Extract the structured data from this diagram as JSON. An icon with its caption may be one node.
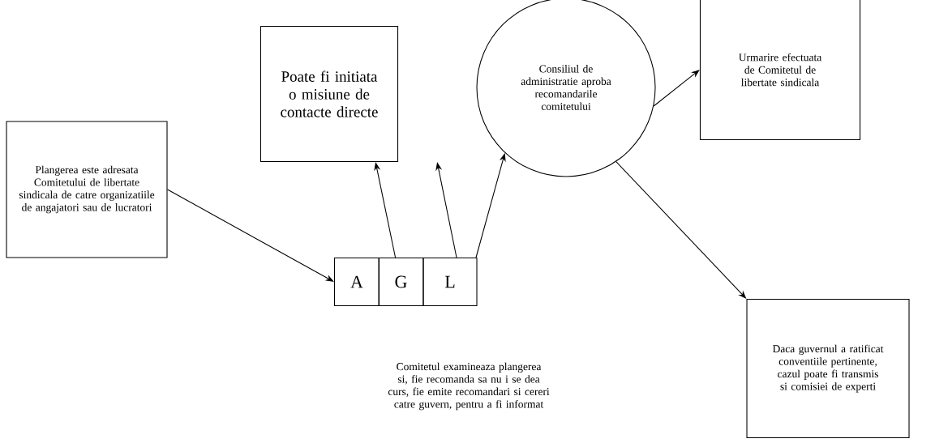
{
  "diagram": {
    "nodes": [
      {
        "text": [
          "Plangerea este adresata Comitetului de libertate sindicala de catre organizatiile de angajatori sau de lucratori"
        ]
      },
      {
        "text": [
          "Poate fi initiata o misiune de contacte directe"
        ]
      },
      {
        "text": [
          "Consiliul de administratie aproba recomandarile comitetului"
        ]
      },
      {
        "text": [
          "Urmarire efectuata de Comitetul de libertate sindicala"
        ]
      },
      {
        "text": [
          "A"
        ]
      },
      {
        "text": [
          "G"
        ]
      },
      {
        "text": [
          "L"
        ]
      },
      {
        "text": [
          "Daca guvernul a ratificat conventiile pertinente, cazul poate fi transmis si comisiei de experti"
        ]
      }
    ],
    "edges": [
      {
        "from": 0,
        "to": 4,
        "arrow": "to"
      },
      {
        "from": 5,
        "to": 1,
        "arrow": "to"
      },
      {
        "from": 6,
        "to": 1,
        "arrow": "to"
      },
      {
        "from": 6,
        "to": 2,
        "arrow": "to"
      },
      {
        "from": 2,
        "to": 3,
        "arrow": "to"
      },
      {
        "from": 2,
        "to": 7,
        "arrow": "to"
      }
    ],
    "labels": [
      "Comitetul examineaza plangerea si, fie recomanda sa nu i se dea curs, fie emite recomandari si cereri catre guvern, pentru a fi informat"
    ]
  }
}
